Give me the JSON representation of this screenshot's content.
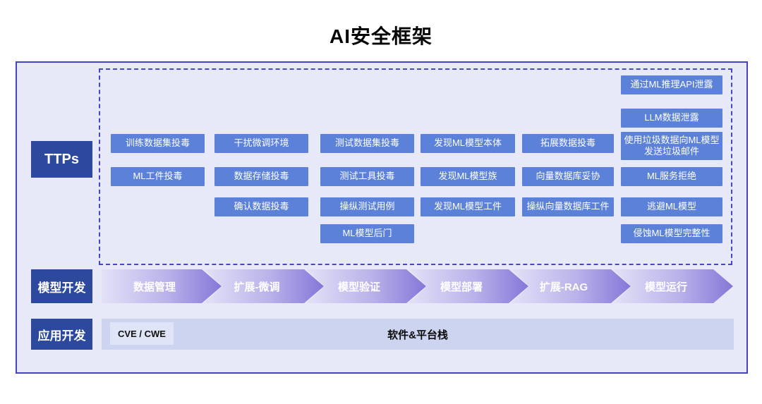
{
  "title": "AI安全框架",
  "colors": {
    "frame_background": "#e8e9f8",
    "frame_border": "#4543c5",
    "dashed_border": "#4448c8",
    "ttp_box_blue": "#5b81d8",
    "row_label_navy": "#2c499e",
    "arrow_gradient_start": "#e3e1f7",
    "arrow_gradient_end": "#8477d8",
    "bottom_bar": "#cdd4f0",
    "cve_box": "#dfe5f7"
  },
  "ttps": {
    "label": "TTPs",
    "boxes": [
      {
        "text": "通过ML推理API泄露",
        "col": 5,
        "row": 0
      },
      {
        "text": "LLM数据泄露",
        "col": 5,
        "row": 1
      },
      {
        "text": "训练数据集投毒",
        "col": 0,
        "row": 2
      },
      {
        "text": "干扰微调环境",
        "col": 1,
        "row": 2
      },
      {
        "text": "测试数据集投毒",
        "col": 2,
        "row": 2
      },
      {
        "text": "发现ML模型本体",
        "col": 3,
        "row": 2
      },
      {
        "text": "拓展数据投毒",
        "col": 4,
        "row": 2
      },
      {
        "text": "使用垃圾数据向ML模型发送垃圾邮件",
        "col": 5,
        "row": 2,
        "tall": true
      },
      {
        "text": "ML工件投毒",
        "col": 0,
        "row": 3
      },
      {
        "text": "数据存储投毒",
        "col": 1,
        "row": 3
      },
      {
        "text": "测试工具投毒",
        "col": 2,
        "row": 3
      },
      {
        "text": "发现ML模型族",
        "col": 3,
        "row": 3
      },
      {
        "text": "向量数据库妥协",
        "col": 4,
        "row": 3
      },
      {
        "text": "ML服务拒绝",
        "col": 5,
        "row": 3
      },
      {
        "text": "确认数据投毒",
        "col": 1,
        "row": 4
      },
      {
        "text": "操纵测试用例",
        "col": 2,
        "row": 4
      },
      {
        "text": "发现ML模型工件",
        "col": 3,
        "row": 4
      },
      {
        "text": "操纵向量数据库工件",
        "col": 4,
        "row": 4
      },
      {
        "text": "逃避ML模型",
        "col": 5,
        "row": 4
      },
      {
        "text": "ML模型后门",
        "col": 2,
        "row": 5
      },
      {
        "text": "侵蚀ML模型完整性",
        "col": 5,
        "row": 5
      }
    ]
  },
  "model_dev": {
    "label": "模型开发",
    "stages": [
      "数据管理",
      "扩展-微调",
      "模型验证",
      "模型部署",
      "扩展-RAG",
      "模型运行"
    ]
  },
  "app_dev": {
    "label": "应用开发",
    "cve_label": "CVE / CWE",
    "stack_label": "软件&平台栈"
  }
}
